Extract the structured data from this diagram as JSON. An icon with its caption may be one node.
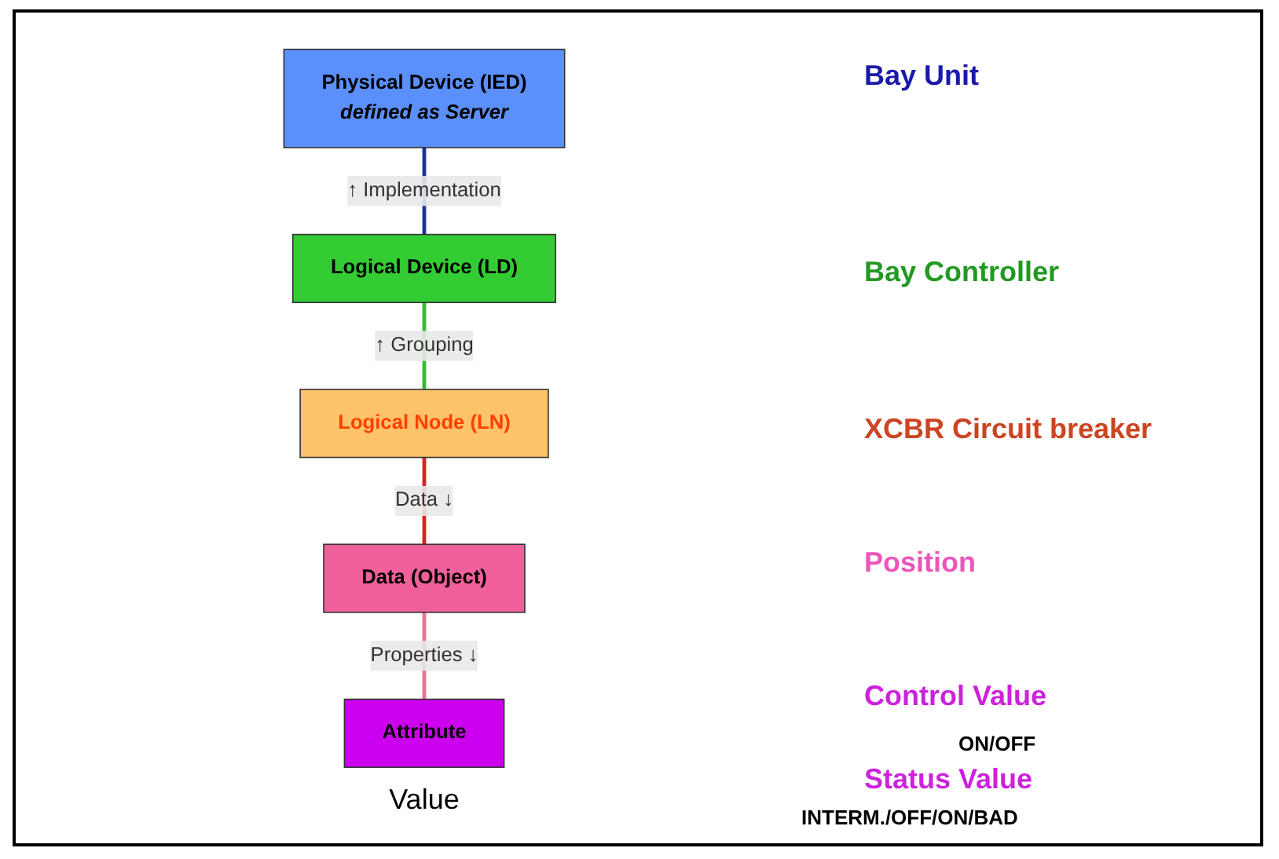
{
  "diagram": {
    "nodes": [
      {
        "text": [
          "Physical Device (IED)",
          "defined as Server"
        ]
      },
      {
        "text": [
          "Logical Device (LD)"
        ]
      },
      {
        "text": [
          "Logical Node (LN)"
        ]
      },
      {
        "text": [
          "Data (Object)"
        ]
      },
      {
        "text": [
          "Attribute"
        ]
      }
    ],
    "edges": [
      {
        "from": 0,
        "to": 1,
        "arrow": "none",
        "label": "↑ Implementation",
        "color": "#1f2f9f"
      },
      {
        "from": 1,
        "to": 2,
        "arrow": "none",
        "label": "↑ Grouping",
        "color": "#33bb33"
      },
      {
        "from": 2,
        "to": 3,
        "arrow": "none",
        "label": "Data ↓",
        "color": "#e02020"
      },
      {
        "from": 3,
        "to": 4,
        "arrow": "none",
        "label": "Properties ↓",
        "color": "#f07090"
      }
    ],
    "labels": [
      "Value",
      "Bay Unit",
      "Bay Controller",
      "XCBR Circuit breaker",
      "Position",
      "Control Value",
      "ON/OFF",
      "Status Value",
      "INTERM./OFF/ON/BAD"
    ]
  }
}
